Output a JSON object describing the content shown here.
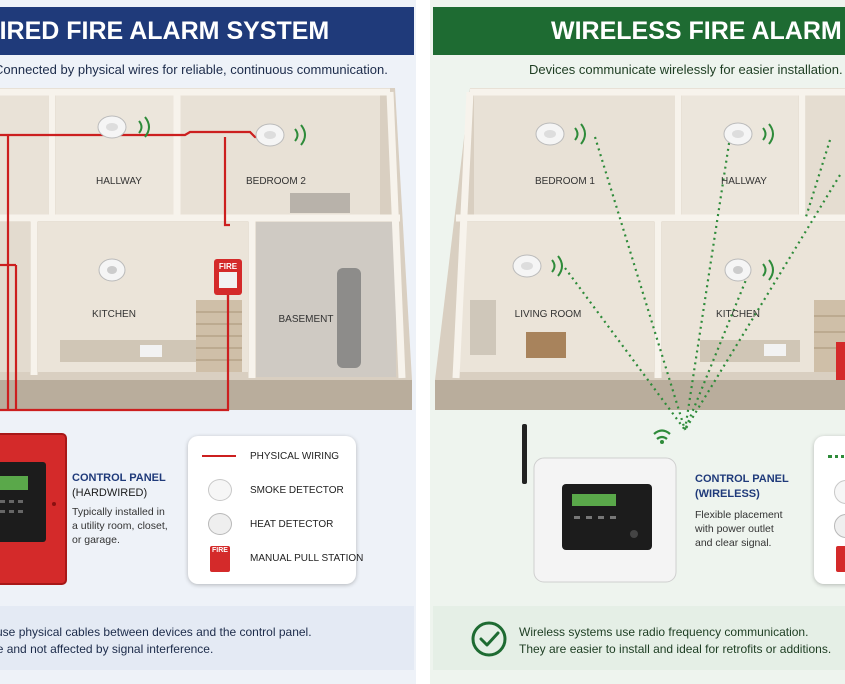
{
  "wired": {
    "title": "WIRED FIRE ALARM SYSTEM",
    "subtitle": "Connected by physical wires for reliable, continuous communication.",
    "rooms": {
      "hallway": "HALLWAY",
      "bedroom": "BEDROOM 2",
      "kitchen": "KITCHEN",
      "basement": "BASEMENT"
    },
    "pull_station_label": "FIRE",
    "control_panel": {
      "title_line1": "CONTROL PANEL",
      "title_line2": "(HARDWIRED)",
      "desc_line1": "Typically installed in",
      "desc_line2": "a utility room, closet,",
      "desc_line3": "or garage."
    },
    "legend": {
      "wiring": "PHYSICAL WIRING",
      "smoke": "SMOKE DETECTOR",
      "heat": "HEAT DETECTOR",
      "pull": "MANUAL PULL STATION",
      "pull_icon_text": "FIRE"
    },
    "footer": {
      "line1": "Wired systems use physical cables between devices and the control panel.",
      "line2": "They are reliable and not affected by signal interference."
    },
    "colors": {
      "banner": "#1f3a7a",
      "wire": "#cc1f1f",
      "panel": "#d42a2a"
    }
  },
  "wireless": {
    "title": "WIRELESS FIRE ALARM SYSTEM",
    "subtitle": "Devices communicate wirelessly for easier installation.",
    "rooms": {
      "bedroom": "BEDROOM 1",
      "hallway": "HALLWAY",
      "living": "LIVING ROOM",
      "kitchen": "KITCHEN"
    },
    "control_panel": {
      "title_line1": "CONTROL PANEL",
      "title_line2": "(WIRELESS)",
      "desc_line1": "Flexible placement",
      "desc_line2": "with power outlet",
      "desc_line3": "and clear signal."
    },
    "footer": {
      "line1": "Wireless systems use radio frequency communication.",
      "line2": "They are easier to install and ideal for retrofits or additions."
    },
    "colors": {
      "banner": "#1e6b32",
      "signal": "#2e8b3a",
      "panel": "#f4f4f4"
    }
  }
}
